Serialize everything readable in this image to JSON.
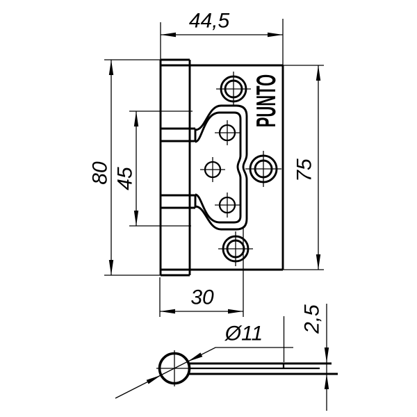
{
  "drawing": {
    "brand_label": "PUNTO",
    "colors": {
      "line": "#000000",
      "background": "#ffffff"
    },
    "dims": {
      "overall_width": "44,5",
      "back_leaf_height": "80",
      "cutout_height": "45",
      "front_leaf_height": "75",
      "back_leaf_width": "30",
      "barrel_diameter": "Ø11",
      "leaf_thickness": "2,5"
    }
  }
}
